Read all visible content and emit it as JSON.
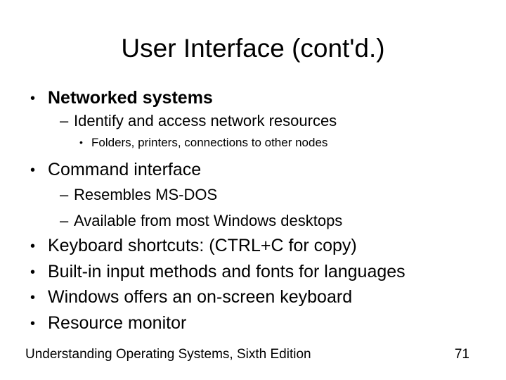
{
  "slide": {
    "title": "User Interface (cont'd.)",
    "colors": {
      "background": "#ffffff",
      "text": "#000000"
    },
    "bullets": [
      {
        "level": 1,
        "bold": true,
        "marker": "•",
        "text": "Networked systems"
      },
      {
        "level": 2,
        "bold": false,
        "marker": "–",
        "text": "Identify and access network resources"
      },
      {
        "level": 3,
        "bold": false,
        "marker": "•",
        "text": "Folders, printers, connections to other nodes"
      },
      {
        "level": 1,
        "bold": false,
        "marker": "•",
        "text": "Command interface"
      },
      {
        "level": 2,
        "bold": false,
        "marker": "–",
        "text": "Resembles MS-DOS"
      },
      {
        "level": 2,
        "bold": false,
        "marker": "–",
        "text": "Available from most Windows desktops"
      },
      {
        "level": 1,
        "bold": false,
        "marker": "•",
        "text": "Keyboard shortcuts: (CTRL+C for copy)"
      },
      {
        "level": 1,
        "bold": false,
        "marker": "•",
        "text": "Built-in input methods and fonts for languages"
      },
      {
        "level": 1,
        "bold": false,
        "marker": "•",
        "text": "Windows offers an on-screen keyboard"
      },
      {
        "level": 1,
        "bold": false,
        "marker": "•",
        "text": "Resource monitor"
      }
    ],
    "footer": {
      "left": "Understanding Operating Systems, Sixth Edition",
      "page": "71"
    }
  }
}
